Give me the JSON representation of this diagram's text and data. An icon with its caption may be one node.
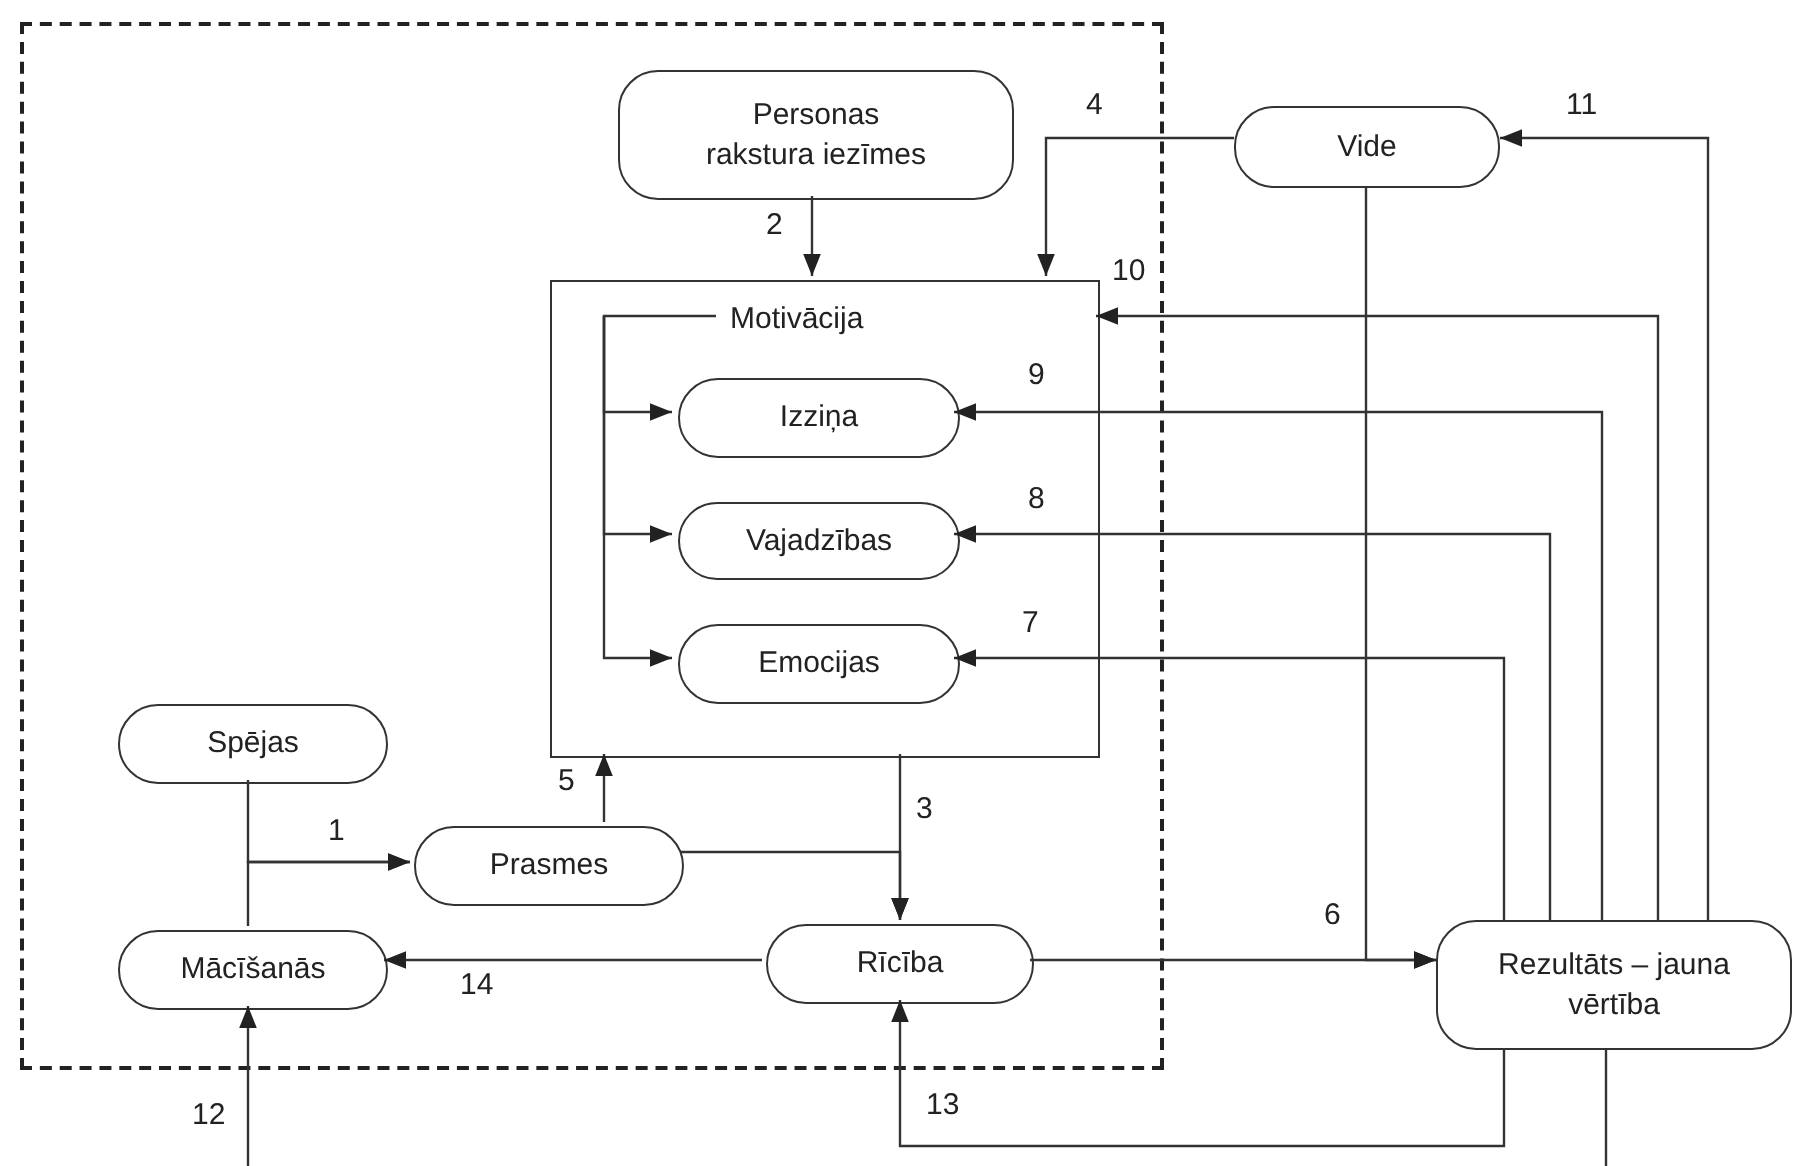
{
  "diagram": {
    "nodes": [
      {
        "text": [],
        "shape": "box"
      },
      {
        "text": [
          "Personas rakstura iezīmes"
        ],
        "in": 0
      },
      {
        "text": [
          "Motivācija"
        ],
        "in": 0
      },
      {
        "text": [
          "Izziņa"
        ],
        "in": 2
      },
      {
        "text": [
          "Vajadzības"
        ],
        "in": 2
      },
      {
        "text": [
          "Emocijas"
        ],
        "in": 2
      },
      {
        "text": [
          "Spējas"
        ],
        "in": 0
      },
      {
        "text": [
          "Prasmes"
        ],
        "in": 0
      },
      {
        "text": [
          "Mācīšanās"
        ],
        "in": 0
      },
      {
        "text": [
          "Rīcība"
        ],
        "in": 0
      },
      {
        "text": [
          "Vide"
        ]
      },
      {
        "text": [
          "Rezultāts – jauna vērtība"
        ]
      }
    ],
    "edges": [
      {
        "from": 1,
        "to": 2,
        "arrow": "to",
        "label": "2"
      },
      {
        "from": 6,
        "to": 7,
        "arrow": "to",
        "label": "1"
      },
      {
        "from": 8,
        "to": 7,
        "arrow": "to"
      },
      {
        "from": 7,
        "to": 2,
        "arrow": "to",
        "label": "5"
      },
      {
        "from": 7,
        "to": 9,
        "arrow": "to"
      },
      {
        "from": 2,
        "to": 9,
        "arrow": "to",
        "label": "3"
      },
      {
        "from": 2,
        "to": 3,
        "arrow": "to"
      },
      {
        "from": 2,
        "to": 4,
        "arrow": "to"
      },
      {
        "from": 2,
        "to": 5,
        "arrow": "to"
      },
      {
        "from": 10,
        "to": 2,
        "arrow": "to",
        "label": "4"
      },
      {
        "from": 10,
        "to": 11,
        "arrow": "to",
        "label": "6"
      },
      {
        "from": 9,
        "to": 11,
        "arrow": "to"
      },
      {
        "from": 11,
        "to": 5,
        "arrow": "to",
        "label": "7"
      },
      {
        "from": 11,
        "to": 4,
        "arrow": "to",
        "label": "8"
      },
      {
        "from": 11,
        "to": 3,
        "arrow": "to",
        "label": "9"
      },
      {
        "from": 11,
        "to": 2,
        "arrow": "to",
        "label": "10"
      },
      {
        "from": 11,
        "to": 10,
        "arrow": "to",
        "label": "11"
      },
      {
        "from": null,
        "to": 8,
        "arrow": "to",
        "label": "12"
      },
      {
        "from": 11,
        "to": 9,
        "arrow": "to",
        "label": "13"
      },
      {
        "from": 9,
        "to": 8,
        "arrow": "to",
        "label": "14"
      },
      {
        "from": 11,
        "to": null,
        "arrow": "none"
      }
    ]
  }
}
